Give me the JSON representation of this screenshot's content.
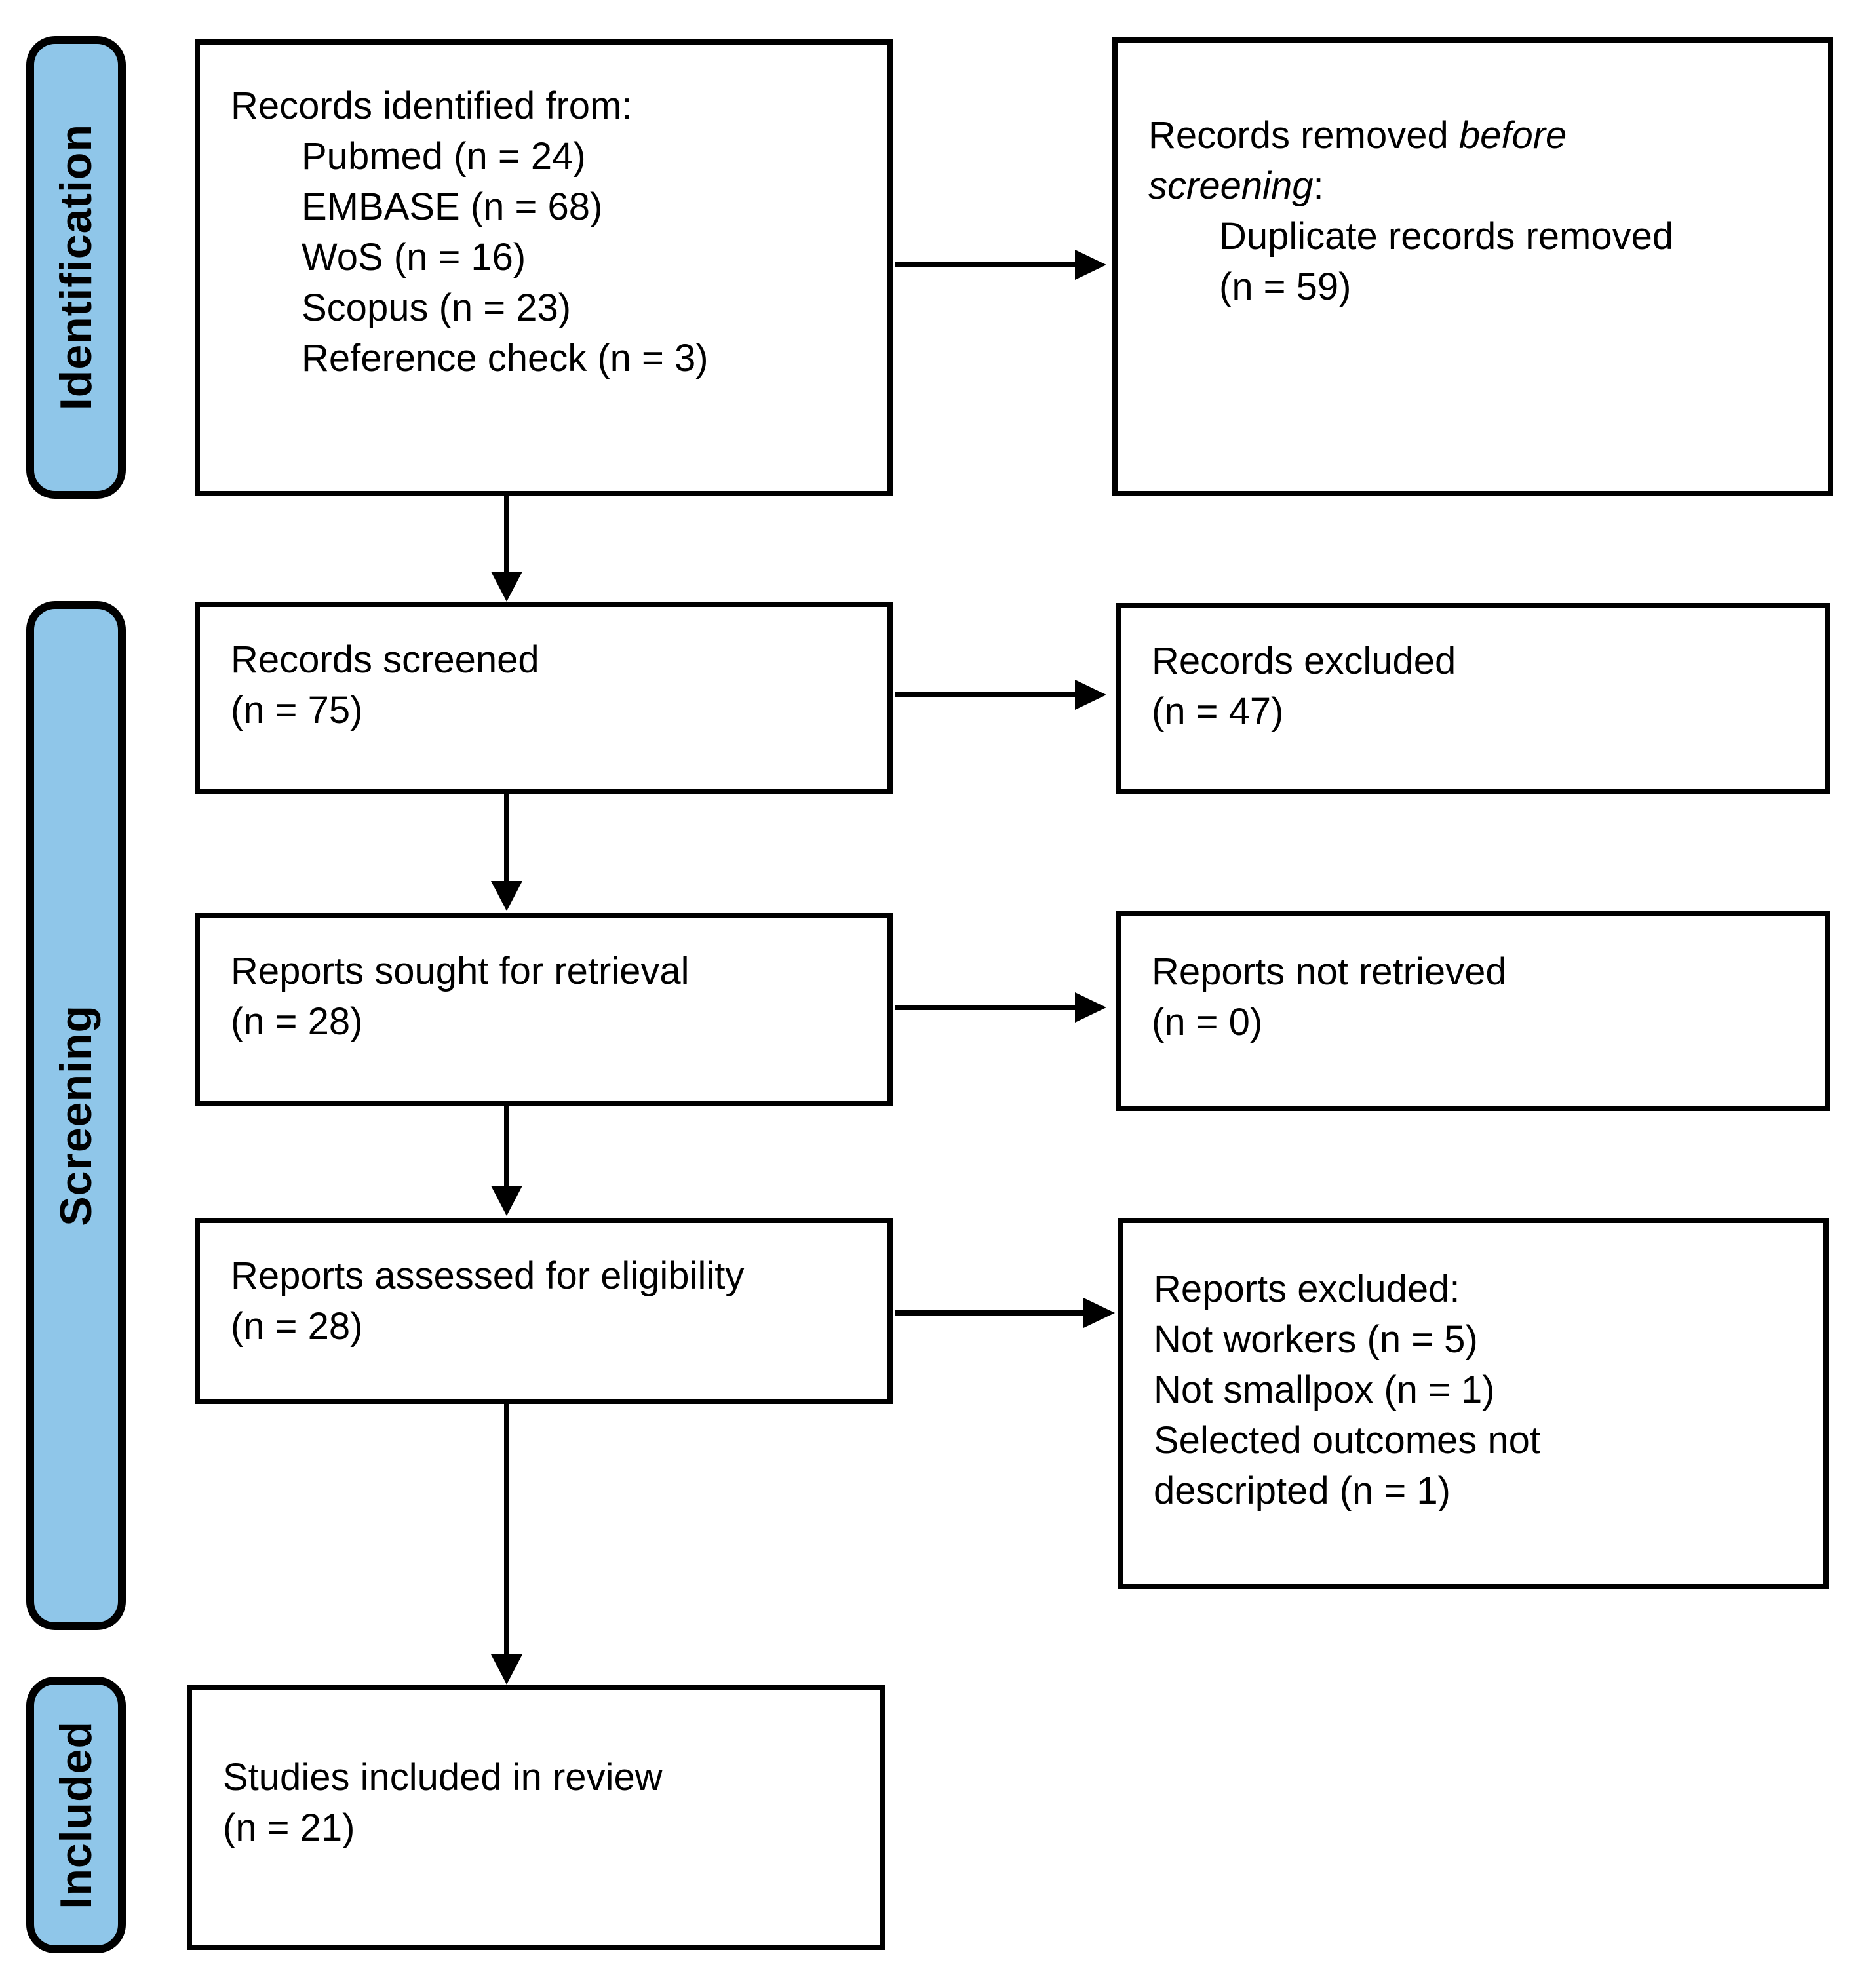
{
  "colors": {
    "line": "#000000",
    "sidebar_fill": "#8FC6E9",
    "box_fill": "#FFFFFF",
    "text": "#000000"
  },
  "sidebar": {
    "identification": "Identification",
    "screening": "Screening",
    "included": "Included"
  },
  "left_boxes": {
    "identified": {
      "title": "Records identified from:",
      "sources": [
        "Pubmed (n = 24)",
        "EMBASE (n = 68)",
        "WoS (n = 16)",
        "Scopus (n = 23)",
        "Reference check (n = 3)"
      ]
    },
    "screened": {
      "label": "Records screened",
      "count": "(n = 75)"
    },
    "sought": {
      "label": "Reports sought for retrieval",
      "count": "(n = 28)"
    },
    "assessed": {
      "label": "Reports assessed for eligibility",
      "count": "(n = 28)"
    },
    "included": {
      "label": "Studies included in review",
      "count": "(n = 21)"
    }
  },
  "right_boxes": {
    "removed": {
      "line1_roman": "Records removed ",
      "line1_italic": "before",
      "line2_italic": "screening",
      "line2_roman": ":",
      "detail": "Duplicate records removed",
      "count": "(n = 59)"
    },
    "records_excluded": {
      "label": "Records excluded",
      "count": "(n = 47)"
    },
    "not_retrieved": {
      "label": "Reports not retrieved",
      "count": "(n = 0)"
    },
    "reports_excluded": {
      "lines": [
        "Reports excluded:",
        "Not workers (n = 5)",
        "Not smallpox (n = 1)",
        "Selected outcomes not",
        "descripted (n = 1)"
      ]
    }
  }
}
